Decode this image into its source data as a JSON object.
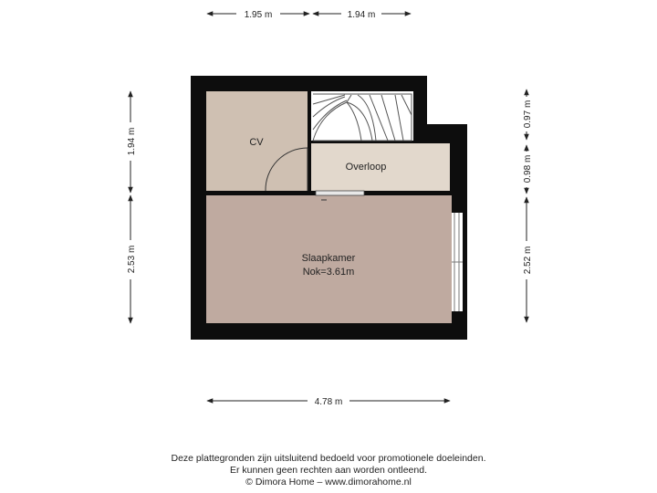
{
  "dimensions": {
    "top_left": "1.95 m",
    "top_right": "1.94 m",
    "left_upper": "1.94 m",
    "left_lower": "2.53 m",
    "right_top": "0.97 m",
    "right_middle": "0.98 m",
    "right_lower": "2.52 m",
    "bottom": "4.78 m"
  },
  "rooms": {
    "cv": {
      "label": "CV",
      "color": "#cfc0b2"
    },
    "overloop": {
      "label": "Overloop",
      "color": "#e2d8cc"
    },
    "slaapkamer": {
      "label": "Slaapkamer",
      "sublabel": "Nok=3.61m",
      "color": "#bfaaa0"
    }
  },
  "colors": {
    "wall": "#0d0d0d",
    "dimension_line": "#222222"
  },
  "footer": {
    "line1": "Deze plattegronden zijn uitsluitend bedoeld voor promotionele doeleinden.",
    "line2": "Er kunnen geen rechten aan worden ontleend.",
    "line3": "© Dimora Home – www.dimorahome.nl"
  }
}
